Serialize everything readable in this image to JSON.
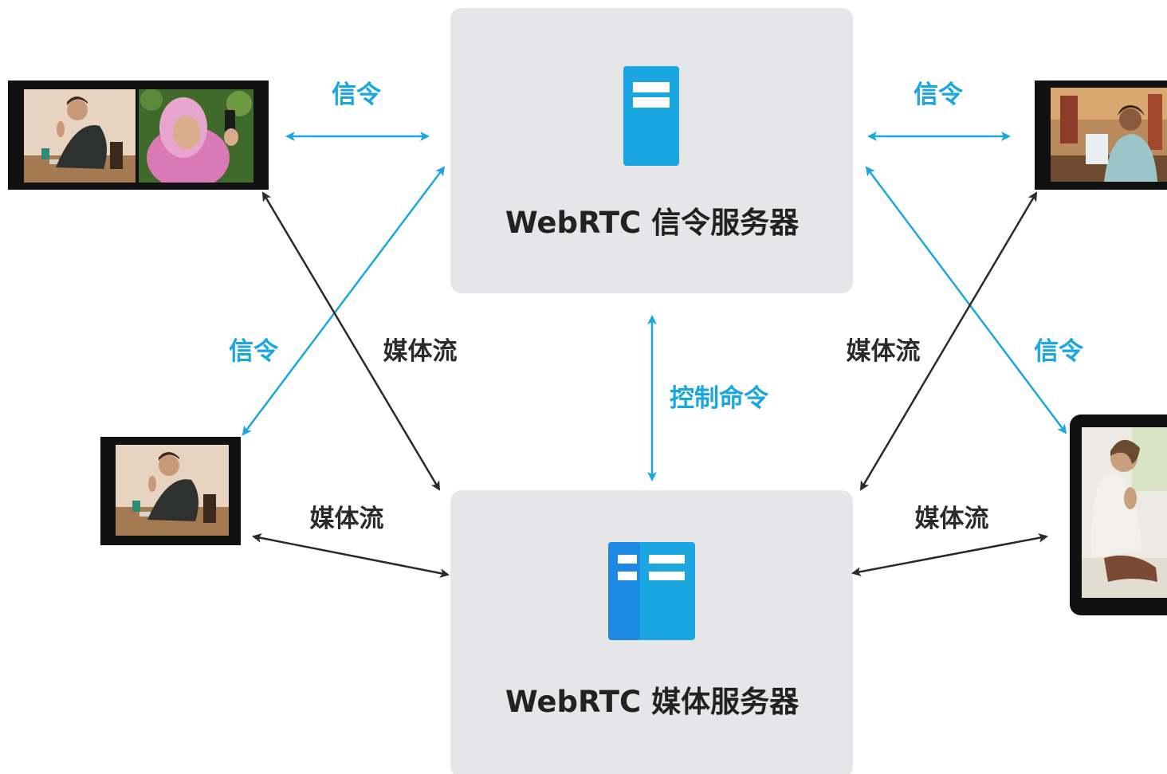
{
  "colors": {
    "signal": "#1aa6e0",
    "media": "#2a2a2a",
    "server_box": "#e6e6e8",
    "server_icon_light": "#1aa6e0",
    "server_icon_dark": "#1e88e5"
  },
  "signaling_server": {
    "title": "WebRTC 信令服务器",
    "icon": "server-icon"
  },
  "media_server": {
    "title": "WebRTC 媒体服务器",
    "icon": "server-rack-icon"
  },
  "labels": {
    "signal_top_left": "信令",
    "signal_top_right": "信令",
    "signal_mid_left": "信令",
    "signal_mid_right": "信令",
    "media_mid_left": "媒体流",
    "media_mid_right": "媒体流",
    "media_bottom_left": "媒体流",
    "media_bottom_right": "媒体流",
    "control": "控制命令"
  },
  "devices": [
    {
      "id": "laptop-top-left",
      "type": "widescreen",
      "people": [
        "man-waving",
        "woman-hijab-phone"
      ]
    },
    {
      "id": "monitor-mid-left",
      "type": "monitor",
      "people": [
        "man-waving"
      ]
    },
    {
      "id": "monitor-top-right",
      "type": "monitor",
      "people": [
        "woman-cafe"
      ]
    },
    {
      "id": "tablet-right",
      "type": "tablet",
      "people": [
        "woman-sitting"
      ]
    }
  ]
}
